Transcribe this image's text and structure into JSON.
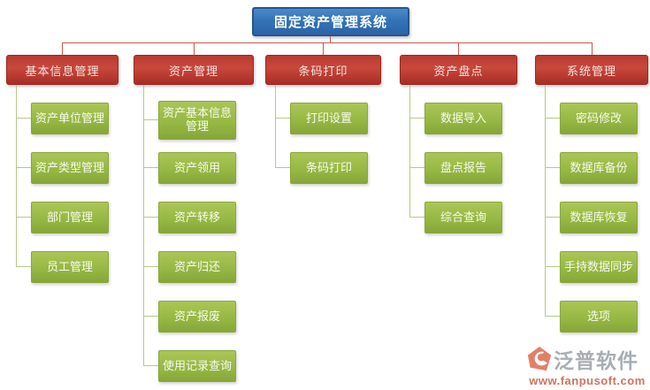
{
  "title": "固定资产管理系统",
  "colors": {
    "root_blue": "#2f6fb2",
    "branch_red": "#b9382d",
    "leaf_green": "#94b544",
    "connector_red": "#c4594f",
    "connector_green": "#b6ca88",
    "watermark_orange": "#c95a41",
    "watermark_gray": "#98a0a8"
  },
  "columns": [
    {
      "label": "基本信息管理",
      "items": [
        "资产单位管理",
        "资产类型管理",
        "部门管理",
        "员工管理"
      ]
    },
    {
      "label": "资产管理",
      "items": [
        "资产基本信息管理",
        "资产领用",
        "资产转移",
        "资产归还",
        "资产报废",
        "使用记录查询"
      ]
    },
    {
      "label": "条码打印",
      "items": [
        "打印设置",
        "条码打印"
      ]
    },
    {
      "label": "资产盘点",
      "items": [
        "数据导入",
        "盘点报告",
        "综合查询"
      ]
    },
    {
      "label": "系统管理",
      "items": [
        "密码修改",
        "数据库备份",
        "数据库恢复",
        "手持数据同步",
        "选项"
      ]
    }
  ],
  "watermark": {
    "brand": "泛普软件",
    "url": "www.fanpusoft.com"
  }
}
